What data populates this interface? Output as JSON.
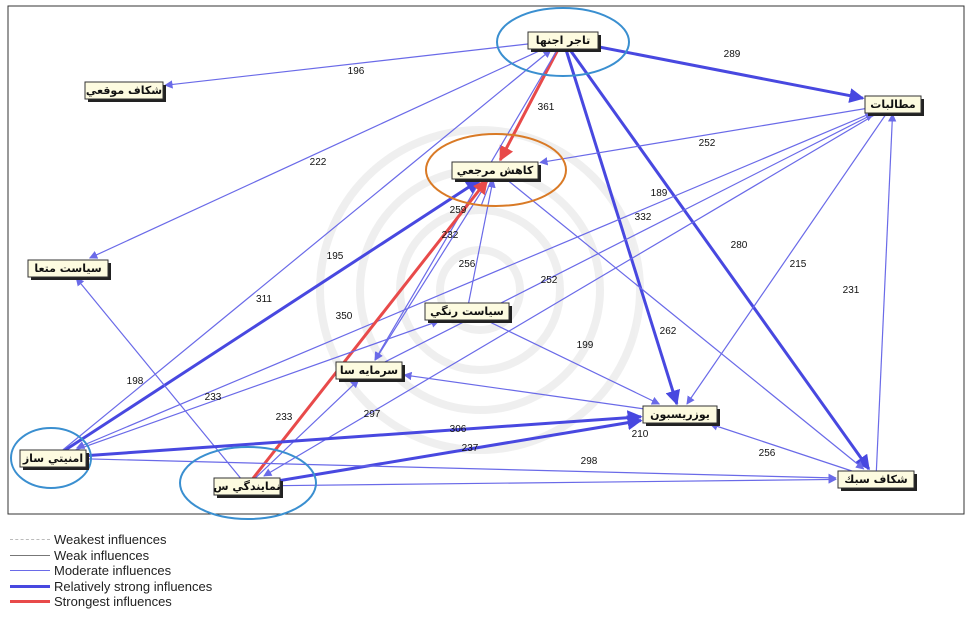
{
  "nodes": {
    "tajer": "تاجر اجنها",
    "motalebat": "مطالبات",
    "shokaf_moghei": "شكاف موقعي",
    "kahesh": "كاهش مرجعي",
    "siasat_mota": "سياست متعا",
    "siasat_rangi": "سياست رنگي",
    "sarmaye": "سرمايه سا",
    "yazriabun": "يوزريسبون",
    "emniatsaz": "امنيتي ساز",
    "namayandegi": "نمايندگي س",
    "shokaf_sabk": "شكاف سبك"
  },
  "edges": [
    {
      "from": "tajer",
      "to": "shokaf_moghei",
      "label": "196",
      "level": "moderate"
    },
    {
      "from": "tajer",
      "to": "motalebat",
      "label": "289",
      "level": "strong"
    },
    {
      "from": "tajer",
      "to": "kahesh",
      "label": "361",
      "level": "strongest"
    },
    {
      "from": "tajer",
      "to": "siasat_mota",
      "label": "222",
      "level": "moderate"
    },
    {
      "from": "tajer",
      "to": "yazriabun",
      "label": "189",
      "level": "strong"
    },
    {
      "from": "tajer",
      "to": "shokaf_sabk",
      "label": "280",
      "level": "strong"
    },
    {
      "from": "tajer",
      "to": "sarmaye",
      "label": "",
      "level": "moderate"
    },
    {
      "from": "motalebat",
      "to": "kahesh",
      "label": "252",
      "level": "moderate"
    },
    {
      "from": "motalebat",
      "to": "emniatsaz",
      "label": "332",
      "level": "moderate"
    },
    {
      "from": "motalebat",
      "to": "yazriabun",
      "label": "215",
      "level": "moderate"
    },
    {
      "from": "motalebat",
      "to": "namayandegi",
      "label": "252",
      "level": "moderate"
    },
    {
      "from": "shokaf_sabk",
      "to": "motalebat",
      "label": "231",
      "level": "moderate"
    },
    {
      "from": "kahesh",
      "to": "shokaf_sabk",
      "label": "262",
      "level": "moderate"
    },
    {
      "from": "kahesh",
      "to": "sarmaye",
      "label": "232",
      "level": "moderate"
    },
    {
      "from": "siasat_rangi",
      "to": "kahesh",
      "label": "256",
      "level": "moderate"
    },
    {
      "from": "siasat_rangi",
      "to": "yazriabun",
      "label": "199",
      "level": "moderate"
    },
    {
      "from": "emniatsaz",
      "to": "kahesh",
      "label": "311",
      "level": "strong"
    },
    {
      "from": "emniatsaz",
      "to": "tajer",
      "label": "195",
      "level": "moderate"
    },
    {
      "from": "namayandegi",
      "to": "kahesh",
      "label": "350",
      "level": "strongest"
    },
    {
      "from": "namayandegi",
      "to": "siasat_mota",
      "label": "198",
      "level": "moderate"
    },
    {
      "from": "namayandegi",
      "to": "sarmaye",
      "label": "233",
      "level": "moderate"
    },
    {
      "from": "namayandegi",
      "to": "yazriabun",
      "label": "237",
      "level": "strong"
    },
    {
      "from": "namayandegi",
      "to": "shokaf_sabk",
      "label": "298",
      "level": "moderate"
    },
    {
      "from": "emniatsaz",
      "to": "siasat_rangi",
      "label": "233",
      "level": "moderate"
    },
    {
      "from": "emniatsaz",
      "to": "yazriabun",
      "label": "306",
      "level": "strong"
    },
    {
      "from": "emniatsaz",
      "to": "shokaf_sabk",
      "label": "",
      "level": "moderate"
    },
    {
      "from": "sarmaye",
      "to": "motalebat",
      "label": "297",
      "level": "moderate"
    },
    {
      "from": "yazriabun",
      "to": "sarmaye",
      "label": "210",
      "level": "moderate"
    },
    {
      "from": "shokaf_sabk",
      "to": "yazriabun",
      "label": "256",
      "level": "moderate"
    },
    {
      "from": "kahesh",
      "to": "kahesh_in",
      "label": "259",
      "level": "moderate"
    }
  ],
  "legend": [
    {
      "label": "Weakest influences",
      "level": "weakest"
    },
    {
      "label": "Weak influences",
      "level": "weak"
    },
    {
      "label": "Moderate influences",
      "level": "moderate"
    },
    {
      "label": "Relatively strong influences",
      "level": "strong"
    },
    {
      "label": "Strongest influences",
      "level": "strongest"
    }
  ],
  "colors": {
    "weakest": "#bbbbbb",
    "weak": "#777777",
    "moderate": "#6a6ae8",
    "strong": "#4848e0",
    "strongest": "#e84a4a",
    "highlight_blue": "#3a8fd0",
    "highlight_orange": "#d97a26"
  }
}
